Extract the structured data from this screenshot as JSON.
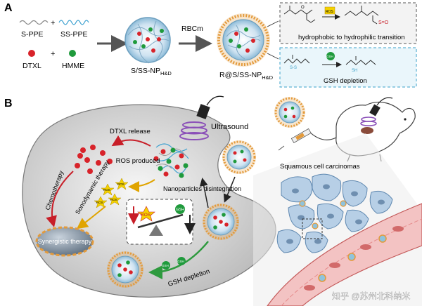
{
  "panel_a": {
    "label": "A",
    "legend": {
      "s_ppe": "S-PPE",
      "ss_ppe": "SS-PPE",
      "dtxl": "DTXL",
      "hmme": "HMME",
      "plus": "+"
    },
    "np_hd_label": "S/SS-NP",
    "np_hd_sub": "H&D",
    "rbcm_label": "RBCm",
    "r_np_label": "R@S/SS-NP",
    "r_np_sub": "H&D",
    "box_top_caption": "hydrophobic to hydrophilic transition",
    "box_bottom_caption": "GSH depletion",
    "reagent_ros": "ROS",
    "reagent_gsh": "GSH"
  },
  "panel_b": {
    "label": "B",
    "ultrasound": "Ultrasound",
    "dtxl_release": "DTXL release",
    "ros_produced": "ROS produced",
    "chemotherapy": "Chemotherapy",
    "sonodynamic_therapy": "Sonodynamic therapy",
    "nanoparticles_disintegration": "Nanoparticles disintegration",
    "synergistic_therapy": "Synergistic therapy",
    "gsh_depletion": "GSH depletion",
    "squamous": "Squamous cell carcinomas",
    "ros_small": "ROS",
    "gsh_small": "GSH",
    "balance_ros": "ROS",
    "balance_gsh": "GSH"
  },
  "watermark": "知乎 @苏州北科纳米",
  "colors": {
    "dtxl_red": "#d8232a",
    "hmme_green": "#1f9a3c",
    "rbcm_orange": "#e39a3b",
    "np_blue": "#5aa0c8",
    "cell_gray": "#d9d9d9",
    "vessel_pink": "#f3c3c3",
    "ultrasound_purple": "#8a4fb8"
  }
}
